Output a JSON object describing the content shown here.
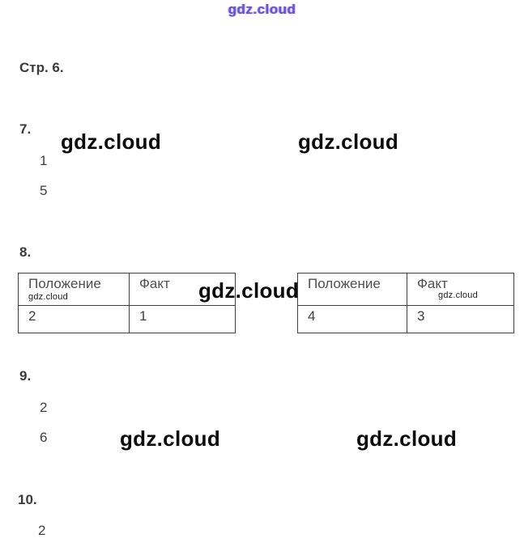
{
  "watermarks": {
    "top": "gdz.cloud",
    "large": "gdz.cloud"
  },
  "page_title": "Стр. 6.",
  "sections": {
    "s7": {
      "label": "7.",
      "answers": [
        "1",
        "5"
      ]
    },
    "s8": {
      "label": "8."
    },
    "s9": {
      "label": "9.",
      "answers": [
        "2",
        "6"
      ]
    },
    "s10": {
      "label": "10.",
      "answers": [
        "2"
      ]
    }
  },
  "tables": [
    {
      "headers": [
        "Положение",
        "Факт"
      ],
      "row": [
        "2",
        "1"
      ],
      "watermark": "gdz.cloud"
    },
    {
      "headers": [
        "Положение",
        "Факт"
      ],
      "row": [
        "4",
        "3"
      ],
      "watermark": "gdz.cloud"
    }
  ]
}
